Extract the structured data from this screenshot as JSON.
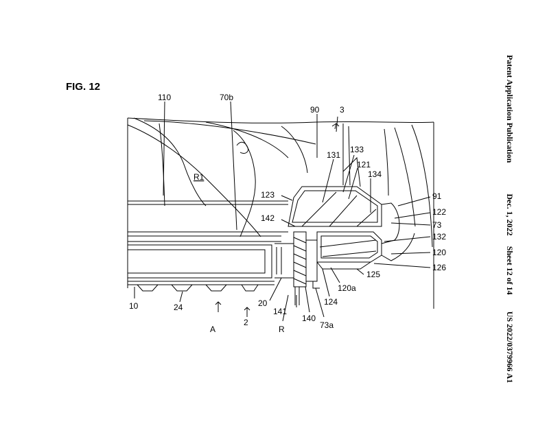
{
  "figure": {
    "title": "FIG. 12"
  },
  "header": {
    "publication": "Patent Application Publication",
    "date": "Dec. 1, 2022",
    "sheet": "Sheet 12 of 14",
    "number": "US 2022/0379966 A1"
  },
  "labels": {
    "l110": "110",
    "l70b": "70b",
    "l90": "90",
    "l3": "3",
    "l131": "131",
    "l133": "133",
    "l121": "121",
    "l134": "134",
    "lR1": "R1",
    "l123": "123",
    "l91": "91",
    "l122": "122",
    "l142": "142",
    "l73": "73",
    "l132": "132",
    "l120": "120",
    "l126": "126",
    "l125": "125",
    "l120a": "120a",
    "l124": "124",
    "l10": "10",
    "l24": "24",
    "l20": "20",
    "l141": "141",
    "l140": "140",
    "l73a": "73a",
    "lA": "A",
    "l2": "2",
    "lR": "R"
  }
}
